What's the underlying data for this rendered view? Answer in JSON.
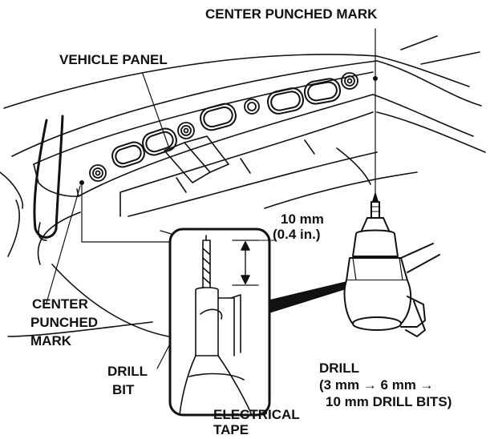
{
  "labels": {
    "center_punched_mark_top": "CENTER PUNCHED MARK",
    "vehicle_panel": "VEHICLE PANEL",
    "measure_mm": "10 mm",
    "measure_in": "(0.4 in.)",
    "center_left_1": "CENTER",
    "center_left_2": "PUNCHED",
    "center_left_3": "MARK",
    "drill_bit_1": "DRILL",
    "drill_bit_2": "BIT",
    "drill": "DRILL",
    "drill_sizes_1": "(3 mm → 6 mm →",
    "drill_sizes_2": "10 mm DRILL BITS)",
    "tape_1": "ELECTRICAL",
    "tape_2": "TAPE"
  },
  "colors": {
    "ink": "#111111",
    "paper": "#ffffff"
  }
}
